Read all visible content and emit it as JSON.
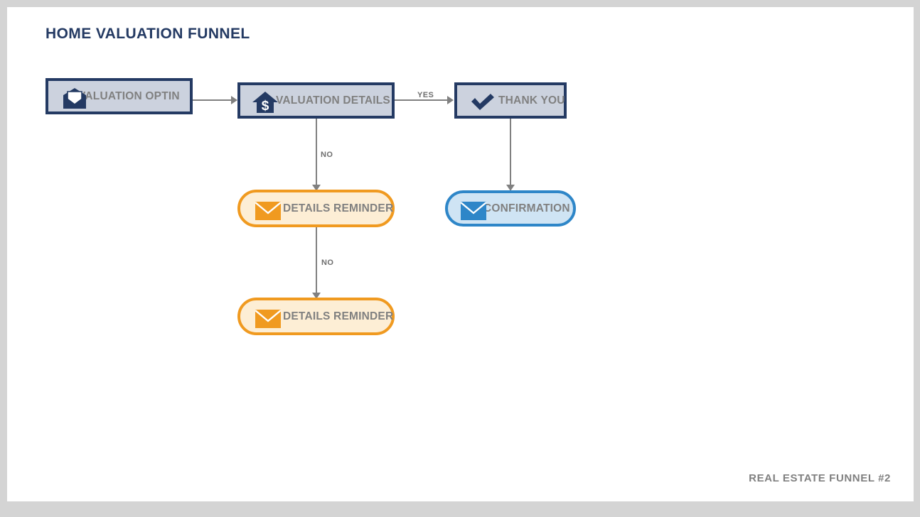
{
  "page": {
    "title": "HOME VALUATION FUNNEL",
    "footer": "REAL ESTATE FUNNEL #2",
    "colors": {
      "canvas": "#ffffff",
      "outer_frame": "#d4d4d4",
      "navy": "#243a63",
      "navy_fill": "#ccd2de",
      "orange": "#f09a20",
      "orange_fill": "#fdeed5",
      "blue": "#2e86c8",
      "blue_fill": "#cfe4f4",
      "label_gray": "#808080",
      "connector_gray": "#808080",
      "title_navy": "#243a63"
    }
  },
  "diagram": {
    "type": "funnel-flowchart",
    "nodes": [
      {
        "id": "valuation-optin",
        "label": "VALUATION OPTIN",
        "icon": "open-envelope-icon",
        "shape": "rectangle",
        "style": "navy"
      },
      {
        "id": "valuation-details",
        "label": "VALUATION DETAILS",
        "icon": "house-dollar-icon",
        "shape": "rectangle",
        "style": "navy"
      },
      {
        "id": "thank-you",
        "label": "THANK YOU",
        "icon": "checkmark-icon",
        "shape": "rectangle",
        "style": "navy"
      },
      {
        "id": "details-reminder-1",
        "label": "DETAILS REMINDER",
        "icon": "envelope-icon",
        "shape": "pill",
        "style": "orange"
      },
      {
        "id": "confirmation",
        "label": "CONFIRMATION",
        "icon": "envelope-icon",
        "shape": "pill",
        "style": "blue"
      },
      {
        "id": "details-reminder-2",
        "label": "DETAILS REMINDER",
        "icon": "envelope-icon",
        "shape": "pill",
        "style": "orange"
      }
    ],
    "edges": [
      {
        "id": "optin-to-details",
        "from": "valuation-optin",
        "to": "valuation-details",
        "label": "",
        "direction": "right"
      },
      {
        "id": "details-to-thankyou",
        "from": "valuation-details",
        "to": "thank-you",
        "label": "YES",
        "direction": "right"
      },
      {
        "id": "details-to-reminder1",
        "from": "valuation-details",
        "to": "details-reminder-1",
        "label": "NO",
        "direction": "down"
      },
      {
        "id": "thankyou-to-confirmation",
        "from": "thank-you",
        "to": "confirmation",
        "label": "",
        "direction": "down"
      },
      {
        "id": "reminder1-to-reminder2",
        "from": "details-reminder-1",
        "to": "details-reminder-2",
        "label": "NO",
        "direction": "down"
      }
    ]
  }
}
